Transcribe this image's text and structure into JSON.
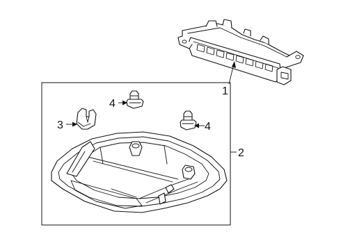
{
  "callouts": {
    "light_assembly": "1",
    "housing": "2",
    "clip": "3",
    "fastener_left": "4",
    "fastener_right": "4"
  }
}
